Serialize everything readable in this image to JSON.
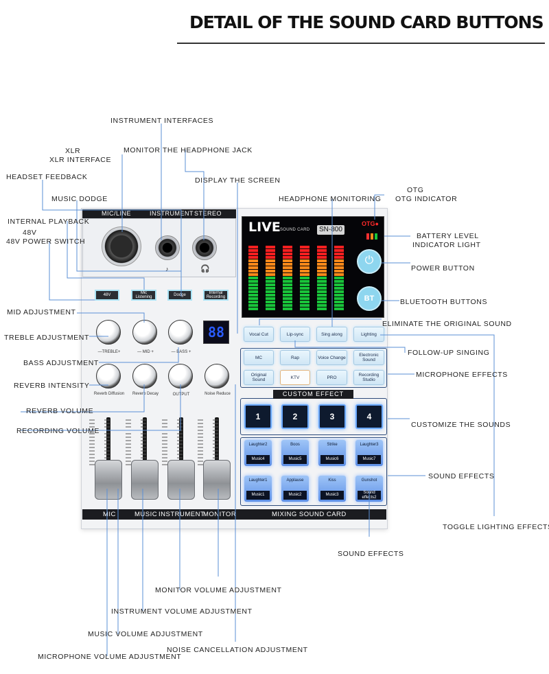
{
  "title": "DETAIL OF THE SOUND CARD BUTTONS",
  "callouts": {
    "instrument_interfaces": "INSTRUMENT INTERFACES",
    "xlr": "XLR",
    "xlr_interface": "XLR INTERFACE",
    "monitor_headphone_jack": "MONITOR THE HEADPHONE JACK",
    "headset_feedback": "HEADSET FEEDBACK",
    "display_screen": "DISPLAY THE SCREEN",
    "music_dodge": "MUSIC DODGE",
    "headphone_monitoring": "HEADPHONE MONITORING",
    "otg": "OTG",
    "otg_indicator": "OTG INDICATOR",
    "internal_playback": "INTERNAL PLAYBACK",
    "v48": "48V",
    "v48_switch": "48V POWER SWITCH",
    "battery_level": "BATTERY LEVEL",
    "indicator_light": "INDICATOR LIGHT",
    "power_button": "POWER BUTTON",
    "bluetooth_buttons": "BLUETOOTH BUTTONS",
    "mid_adjustment": "MID ADJUSTMENT",
    "eliminate_original": "ELIMINATE THE ORIGINAL SOUND",
    "treble_adjustment": "TREBLE ADJUSTMENT",
    "follow_up_singing": "FOLLOW-UP SINGING",
    "bass_adjustment": "BASS ADJUSTMENT",
    "microphone_effects": "MICROPHONE EFFECTS",
    "reverb_intensity": "REVERB INTENSITY",
    "reverb_volume": "REVERB VOLUME",
    "customize_sounds": "CUSTOMIZE THE SOUNDS",
    "recording_volume": "RECORDING VOLUME",
    "sound_effects_right": "SOUND EFFECTS",
    "toggle_lighting": "TOGGLE LIGHTING EFFECTS",
    "sound_effects_bottom": "SOUND EFFECTS",
    "monitor_volume": "MONITOR VOLUME ADJUSTMENT",
    "instrument_volume": "INSTRUMENT VOLUME ADJUSTMENT",
    "music_volume": "MUSIC VOLUME ADJUSTMENT",
    "noise_cancellation": "NOISE CANCELLATION ADJUSTMENT",
    "microphone_volume": "MICROPHONE VOLUME ADJUSTMENT"
  },
  "device": {
    "top_bar": {
      "mic_line": "MIC/LINE",
      "instrument": "INSTRUMENT",
      "stereo": "STEREO"
    },
    "bottom_bar": {
      "mic": "MIC",
      "music": "MUSIC",
      "instrument": "INSTRUMENT",
      "monitor": "MONITOR",
      "mixing": "MIXING SOUND CARD"
    },
    "switches": [
      "48V",
      "Mic Listening",
      "Dodge",
      "Internal Recording"
    ],
    "knobs_row1": [
      "—TREBLE+",
      "—  MID  +",
      "—  BASS  +"
    ],
    "knobs_row2": [
      "Reverb Diffusion",
      "Reverb Decay",
      "OUTPUT",
      "Noise Reduce"
    ],
    "led_display": "88",
    "screen": {
      "brand": "LIVE",
      "subtitle": "SOUND CARD",
      "model": "SN-800",
      "otg": "OTG●",
      "power_icon": "power-icon",
      "bt": "BT"
    },
    "function_row": [
      "Vocal Cut",
      "Lip-sync",
      "Sing along",
      "Lighting"
    ],
    "effects_row1": [
      "MC",
      "Rap",
      "Voice Change",
      "Electronic Sound"
    ],
    "effects_row2": [
      "Original Sound",
      "KTV",
      "PRO",
      "Recording Studio"
    ],
    "custom_effect_title": "CUSTOM EFFECT",
    "custom_pads": [
      "1",
      "2",
      "3",
      "4"
    ],
    "sound_pads_row1": [
      {
        "top": "Laughter2",
        "bottom": "Music4"
      },
      {
        "top": "Boos",
        "bottom": "Music5"
      },
      {
        "top": "Strike",
        "bottom": "Music6"
      },
      {
        "top": "Laughter3",
        "bottom": "Music7"
      }
    ],
    "sound_pads_row2": [
      {
        "top": "Laughter1",
        "bottom": "Music1"
      },
      {
        "top": "Applause",
        "bottom": "Music2"
      },
      {
        "top": "Kiss",
        "bottom": "Music3"
      },
      {
        "top": "Gunshot",
        "bottom": "Sound effects2"
      }
    ]
  },
  "colors": {
    "leader_line": "#5a8fd6",
    "panel_bg": "#f2f3f5",
    "pad_glow": "#8fbaff",
    "led_blue": "#2a5bff",
    "otg_red": "#ff2a2a",
    "eq_green": "#19c43a",
    "eq_orange": "#ff8a1a",
    "eq_red": "#ff2020"
  }
}
